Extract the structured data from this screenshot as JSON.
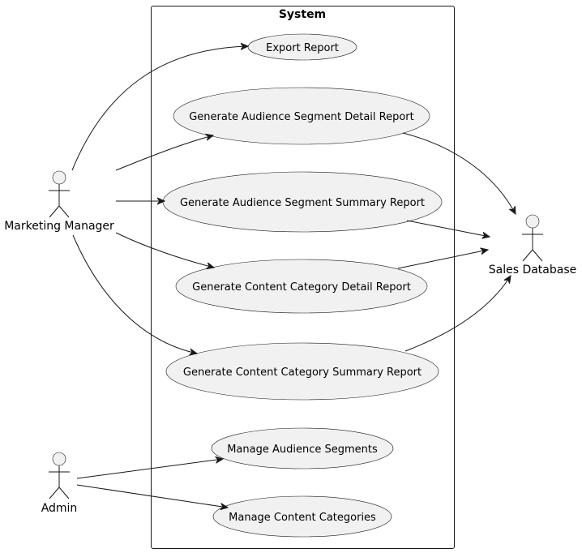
{
  "system": {
    "title": "System"
  },
  "actors": {
    "marketing_manager": "Marketing Manager",
    "admin": "Admin",
    "sales_database": "Sales Database"
  },
  "use_cases": {
    "export_report": "Export Report",
    "audience_segment_detail": "Generate Audience Segment Detail Report",
    "audience_segment_summary": "Generate Audience Segment Summary Report",
    "content_category_detail": "Generate Content Category Detail Report",
    "content_category_summary": "Generate Content Category Summary Report",
    "manage_audience_segments": "Manage Audience Segments",
    "manage_content_categories": "Manage Content Categories"
  },
  "colors": {
    "use_case_fill": "#f1f1f1",
    "stroke": "#181818",
    "background": "#ffffff"
  }
}
